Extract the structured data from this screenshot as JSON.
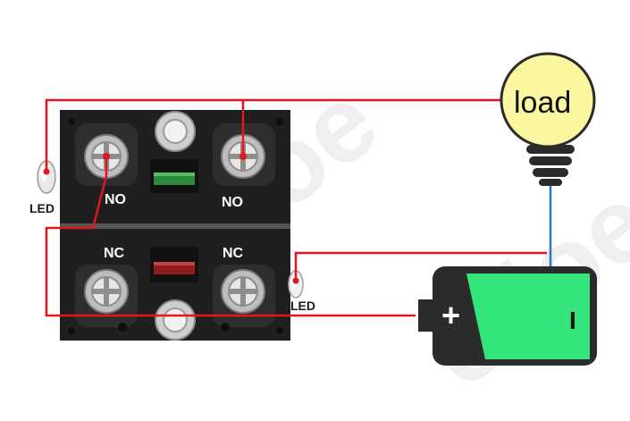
{
  "watermark": "cdoe",
  "labels": {
    "no_left": "NO",
    "no_right": "NO",
    "nc_left": "NC",
    "nc_right": "NC",
    "led_left": "LED",
    "led_right": "LED",
    "load": "load",
    "battery_plus": "+",
    "battery_minus": "I"
  },
  "colors": {
    "wire_red": "#e3161b",
    "wire_blue": "#2f73c9",
    "bulb_yellow": "#fbf6a0",
    "battery_body": "#2b2b2b",
    "battery_fill": "#33e57a",
    "switch_block": "#1f1f1f"
  },
  "icons": {
    "bulb": "lightbulb-icon",
    "battery": "battery-icon"
  }
}
